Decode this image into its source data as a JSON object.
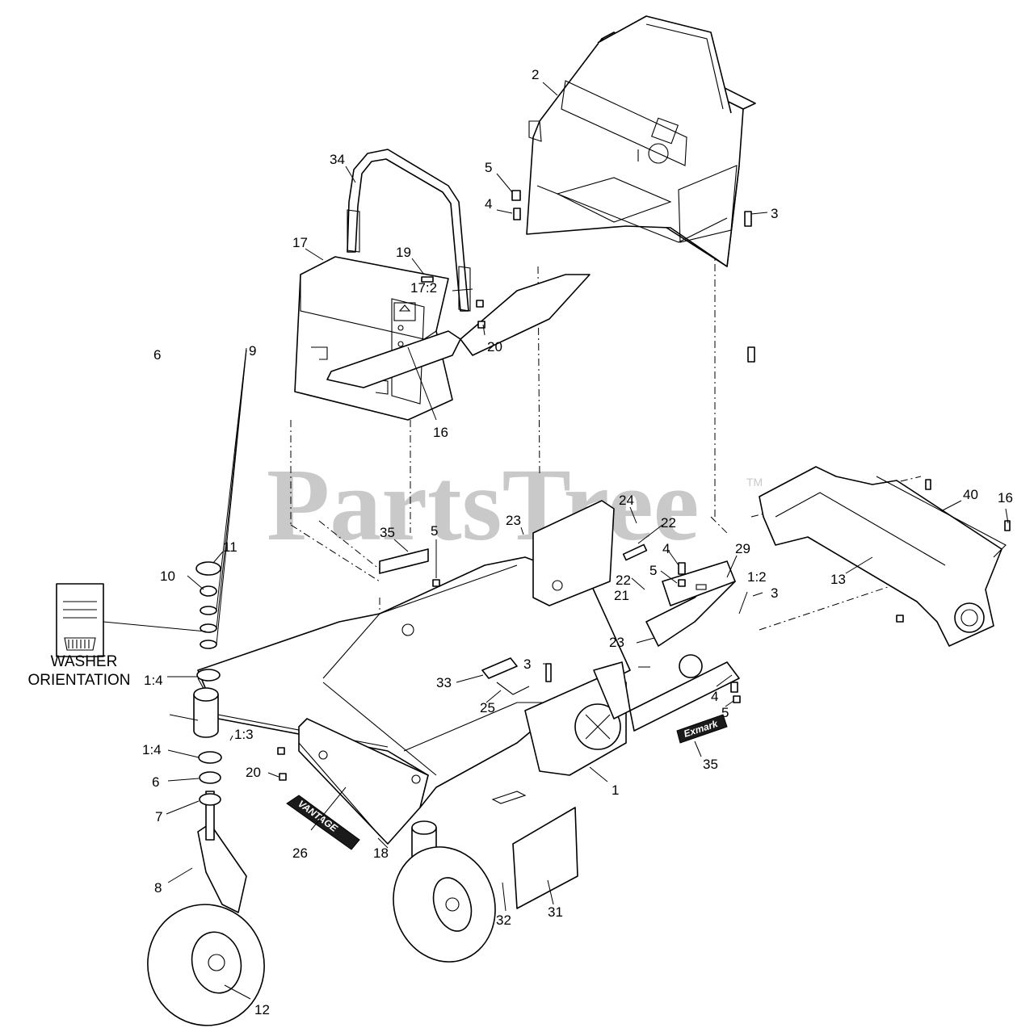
{
  "watermark": {
    "text": "PartsTree",
    "tm": "TM"
  },
  "washer_caption": {
    "line1": "WASHER",
    "line2": "ORIENTATION"
  },
  "badges": {
    "vantage": "VANTAGE",
    "brand": "Exmark"
  },
  "callouts": [
    {
      "label": "2"
    },
    {
      "label": "34"
    },
    {
      "label": "5"
    },
    {
      "label": "4"
    },
    {
      "label": "3"
    },
    {
      "label": "17"
    },
    {
      "label": "19"
    },
    {
      "label": "17:2"
    },
    {
      "label": "20"
    },
    {
      "label": "16"
    },
    {
      "label": "24"
    },
    {
      "label": "22"
    },
    {
      "label": "23"
    },
    {
      "label": "35"
    },
    {
      "label": "5"
    },
    {
      "label": "11"
    },
    {
      "label": "10"
    },
    {
      "label": "9"
    },
    {
      "label": "6"
    },
    {
      "label": "1:4"
    },
    {
      "label": "4"
    },
    {
      "label": "5"
    },
    {
      "label": "29"
    },
    {
      "label": "1:2"
    },
    {
      "label": "22"
    },
    {
      "label": "21"
    },
    {
      "label": "3"
    },
    {
      "label": "23"
    },
    {
      "label": "3"
    },
    {
      "label": "33"
    },
    {
      "label": "25"
    },
    {
      "label": "1:3"
    },
    {
      "label": "1:4"
    },
    {
      "label": "6"
    },
    {
      "label": "20"
    },
    {
      "label": "7"
    },
    {
      "label": "26"
    },
    {
      "label": "18"
    },
    {
      "label": "8"
    },
    {
      "label": "12"
    },
    {
      "label": "32"
    },
    {
      "label": "31"
    },
    {
      "label": "1"
    },
    {
      "label": "35"
    },
    {
      "label": "4"
    },
    {
      "label": "5"
    },
    {
      "label": "40"
    },
    {
      "label": "16"
    },
    {
      "label": "13"
    },
    {
      "label": "3"
    }
  ]
}
